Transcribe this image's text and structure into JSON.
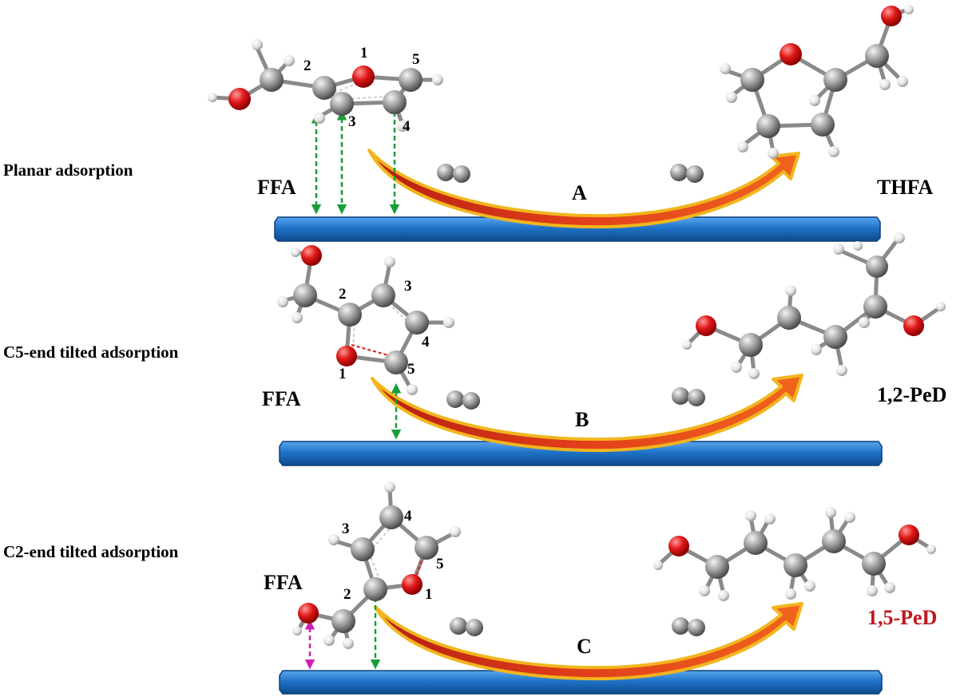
{
  "panels": [
    {
      "mode_label": "Planar adsorption",
      "reactant": "FFA",
      "pathway": "A",
      "product": "THFA",
      "product_color": "#000000",
      "ring_numbers": [
        "1",
        "2",
        "3",
        "4",
        "5"
      ]
    },
    {
      "mode_label": "C5-end tilted adsorption",
      "reactant": "FFA",
      "pathway": "B",
      "product": "1,2-PeD",
      "product_color": "#000000",
      "ring_numbers": [
        "1",
        "2",
        "3",
        "4",
        "5"
      ]
    },
    {
      "mode_label": "C2-end tilted adsorption",
      "reactant": "FFA",
      "pathway": "C",
      "product": "1,5-PeD",
      "product_color": "#c0161d",
      "ring_numbers": [
        "1",
        "2",
        "3",
        "4",
        "5"
      ]
    }
  ],
  "colors": {
    "surface": "#1f73c7",
    "surface_dark": "#0d4a8c",
    "arrow_outer": "#f2b51e",
    "arrow_inner": "#d8361a",
    "interaction_green": "#1a9e3a",
    "interaction_magenta": "#d11fb5",
    "carbon": "#9a9a9a",
    "oxygen": "#e01818",
    "hydrogen": "#e8e8e8"
  }
}
